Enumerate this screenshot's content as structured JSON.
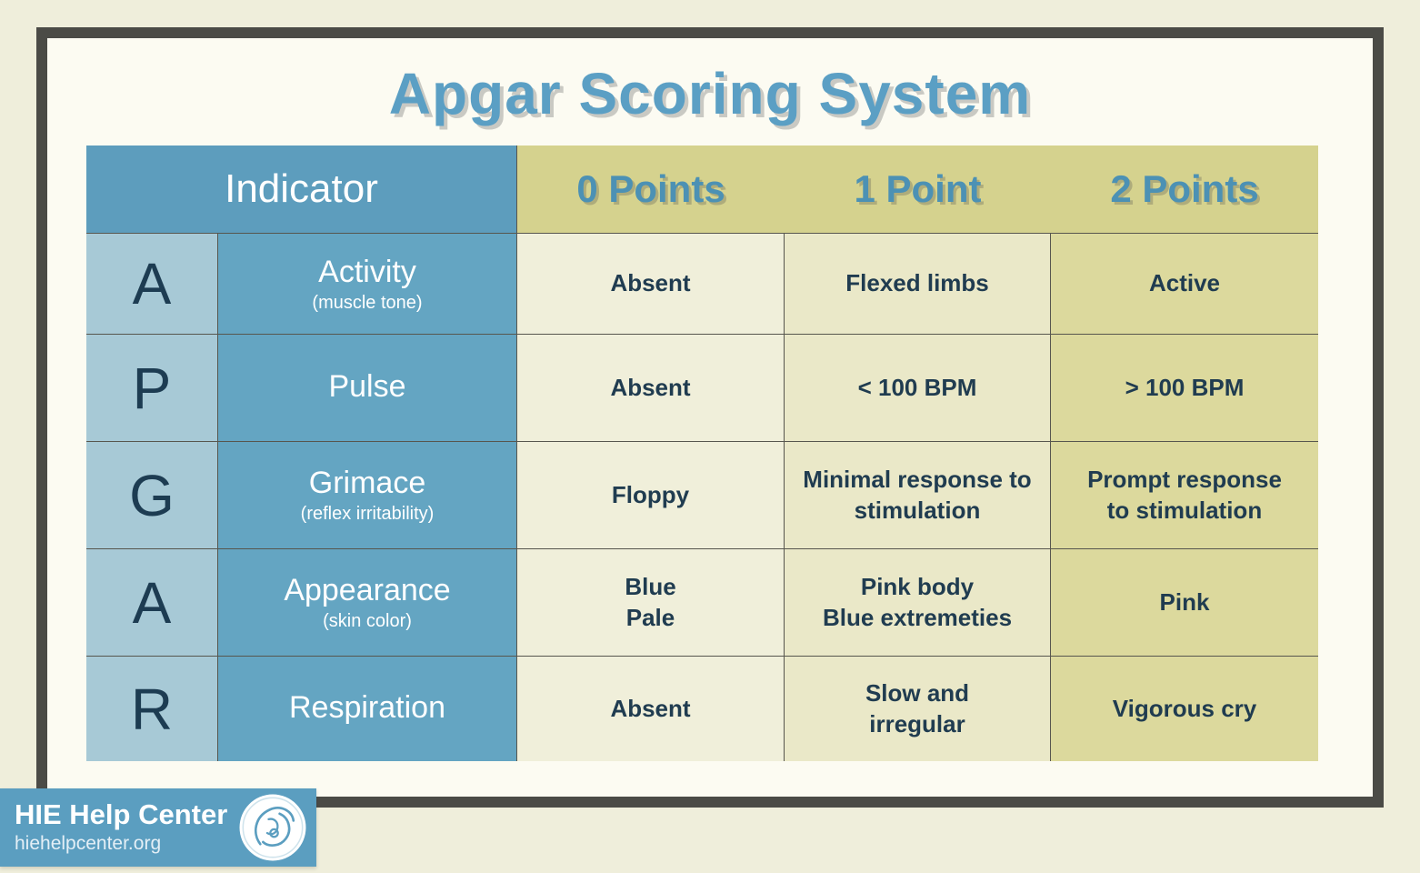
{
  "title": "Apgar Scoring System",
  "table": {
    "indicator_header": "Indicator",
    "point_headers": [
      "0 Points",
      "1 Point",
      "2 Points"
    ],
    "rows": [
      {
        "letter": "A",
        "name": "Activity",
        "sub": "(muscle tone)",
        "p0": "Absent",
        "p1": "Flexed limbs",
        "p2": "Active"
      },
      {
        "letter": "P",
        "name": "Pulse",
        "sub": "",
        "p0": "Absent",
        "p1": "< 100 BPM",
        "p2": "> 100 BPM"
      },
      {
        "letter": "G",
        "name": "Grimace",
        "sub": "(reflex irritability)",
        "p0": "Floppy",
        "p1": "Minimal response to\nstimulation",
        "p2": "Prompt response\nto stimulation"
      },
      {
        "letter": "A",
        "name": "Appearance",
        "sub": "(skin color)",
        "p0": "Blue\nPale",
        "p1": "Pink body\nBlue extremeties",
        "p2": "Pink"
      },
      {
        "letter": "R",
        "name": "Respiration",
        "sub": "",
        "p0": "Absent",
        "p1": "Slow and\nirregular",
        "p2": "Vigorous cry"
      }
    ]
  },
  "footer": {
    "brand": "HIE Help Center",
    "url": "hiehelpcenter.org",
    "logo_icon": "mother-and-baby-icon"
  },
  "colors": {
    "page_background": "#efeedb",
    "frame_border": "#4b4b46",
    "frame_background": "#fcfbf2",
    "title_blue": "#5b9fc4",
    "header_blue": "#5d9dbd",
    "name_column_blue": "#64a5c2",
    "letter_column_blue": "#a7c9d6",
    "points_header_olive": "#d5d28e",
    "points_col0": "#f0efda",
    "points_col1": "#eae8c8",
    "points_col2": "#dcd99d",
    "dark_text": "#1d3c52",
    "badge_blue": "#5b9ec0"
  },
  "chart_data": {
    "type": "table",
    "title": "Apgar Scoring System",
    "columns": [
      "Indicator",
      "0 Points",
      "1 Point",
      "2 Points"
    ],
    "rows": [
      [
        "A — Activity (muscle tone)",
        "Absent",
        "Flexed limbs",
        "Active"
      ],
      [
        "P — Pulse",
        "Absent",
        "< 100 BPM",
        "> 100 BPM"
      ],
      [
        "G — Grimace (reflex irritability)",
        "Floppy",
        "Minimal response to stimulation",
        "Prompt response to stimulation"
      ],
      [
        "A — Appearance (skin color)",
        "Blue / Pale",
        "Pink body / Blue extremeties",
        "Pink"
      ],
      [
        "R — Respiration",
        "Absent",
        "Slow and irregular",
        "Vigorous cry"
      ]
    ]
  }
}
